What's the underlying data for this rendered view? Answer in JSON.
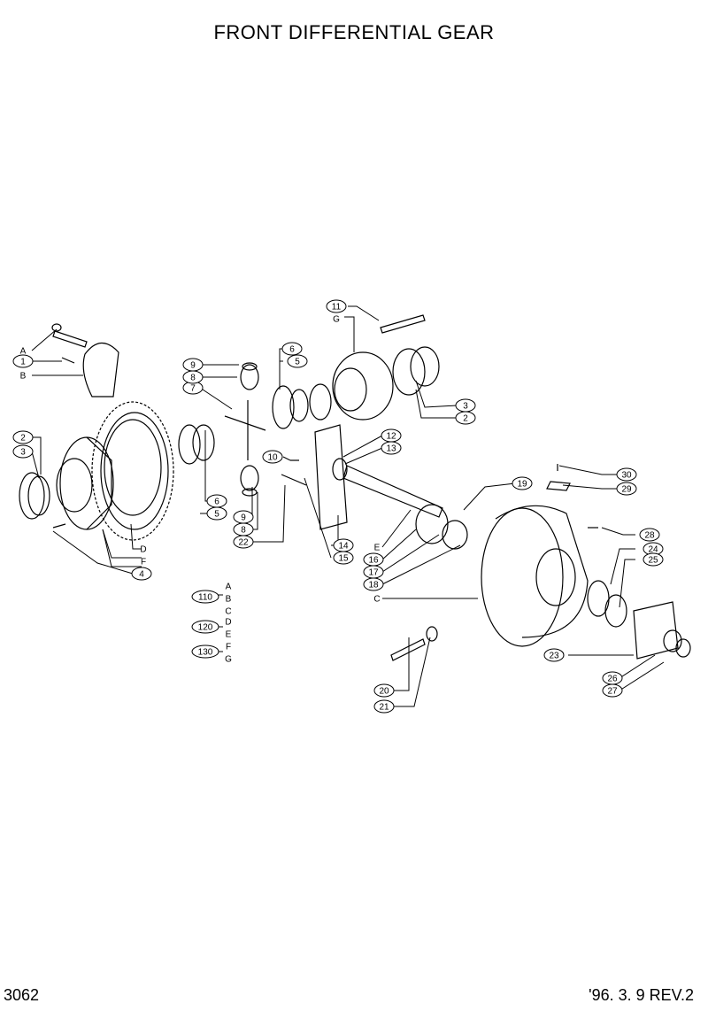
{
  "title": "FRONT DIFFERENTIAL GEAR",
  "page_number": "3062",
  "revision": "'96. 3. 9  REV.2",
  "callouts": [
    "1",
    "2",
    "3",
    "4",
    "5",
    "6",
    "7",
    "8",
    "9",
    "10",
    "11",
    "12",
    "13",
    "14",
    "15",
    "16",
    "17",
    "18",
    "19",
    "20",
    "21",
    "22",
    "23",
    "24",
    "25",
    "26",
    "27",
    "28",
    "29",
    "30"
  ],
  "letters": [
    "A",
    "B",
    "C",
    "D",
    "E",
    "F",
    "G"
  ],
  "kits": [
    {
      "number": "110",
      "letters": [
        "A",
        "B",
        "C"
      ]
    },
    {
      "number": "120",
      "letters": [
        "D",
        "E"
      ]
    },
    {
      "number": "130",
      "letters": [
        "F",
        "G"
      ]
    }
  ]
}
